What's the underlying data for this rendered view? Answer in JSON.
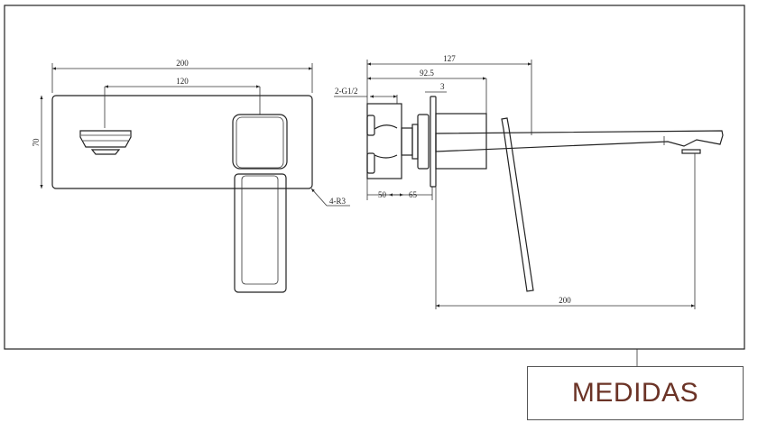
{
  "front_view": {
    "dim_width": "200",
    "dim_center_spacing": "120",
    "dim_height": "70",
    "corner_radius": "4-R3"
  },
  "side_view": {
    "dim_total_depth": "127",
    "dim_cover_depth": "92.5",
    "dim_plate": "3",
    "thread": "2-G1/2",
    "dim_install_min": "50",
    "dim_install_max": "65",
    "dim_spout_reach": "200"
  },
  "title": "MEDIDAS",
  "colors": {
    "title": "#6b3326",
    "lines": "#222222"
  }
}
